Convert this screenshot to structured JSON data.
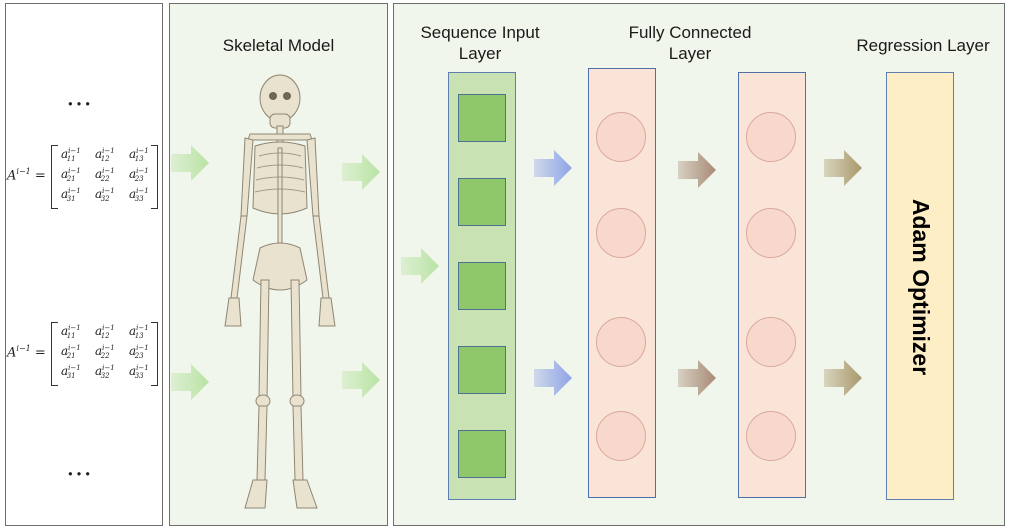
{
  "labels": {
    "skeletal_model": "Skeletal Model",
    "sequence_input": "Sequence Input",
    "sequence_input_line2": "Layer",
    "fully_connected": "Fully Connected",
    "fully_connected_line2": "Layer",
    "regression": "Regression Layer",
    "adam": "Adam Optimizer"
  },
  "ellipsis": "…",
  "matrix": {
    "lhs": "A",
    "lhs_sup": "i−1",
    "equals": "=",
    "base": "a",
    "sup": "i−1",
    "subs": [
      "11",
      "12",
      "13",
      "21",
      "22",
      "23",
      "31",
      "32",
      "33"
    ]
  },
  "colors": {
    "green_arrow": "#b9e3a4",
    "blue_arrow": "#8fa3e6",
    "brown_arrow": "#a88a76",
    "olive_arrow": "#a9986a",
    "input_column": "#c9e2b4",
    "input_square": "#8fc76b",
    "fc_column": "#fae4d8",
    "regression_column": "#fdeec6"
  },
  "icons": [
    "right-arrow-icon",
    "skeleton-icon"
  ]
}
